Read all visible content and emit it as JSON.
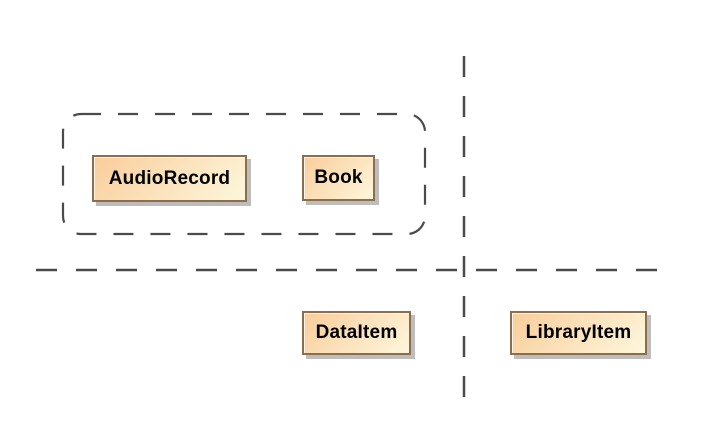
{
  "diagram": {
    "type": "uml-class-diagram",
    "classes": [
      {
        "id": "audiorecord",
        "label": "AudioRecord"
      },
      {
        "id": "book",
        "label": "Book"
      },
      {
        "id": "dataitem",
        "label": "DataItem"
      },
      {
        "id": "libraryitem",
        "label": "LibraryItem"
      }
    ],
    "groups": [
      {
        "id": "dashed-group",
        "members": [
          "AudioRecord",
          "Book"
        ],
        "style": "dashed-rounded-rectangle"
      }
    ],
    "dividers": [
      {
        "id": "vertical-divider",
        "orientation": "vertical",
        "style": "dashed"
      },
      {
        "id": "horizontal-divider",
        "orientation": "horizontal",
        "style": "dashed"
      }
    ],
    "colors": {
      "class_fill_start": "#F9CD9B",
      "class_fill_end": "#FDF7DC",
      "class_border": "#8C6E4E",
      "dashed_line": "#4A4A4A",
      "shadow": "#BDBDBD",
      "background": "#FFFFFF"
    }
  }
}
